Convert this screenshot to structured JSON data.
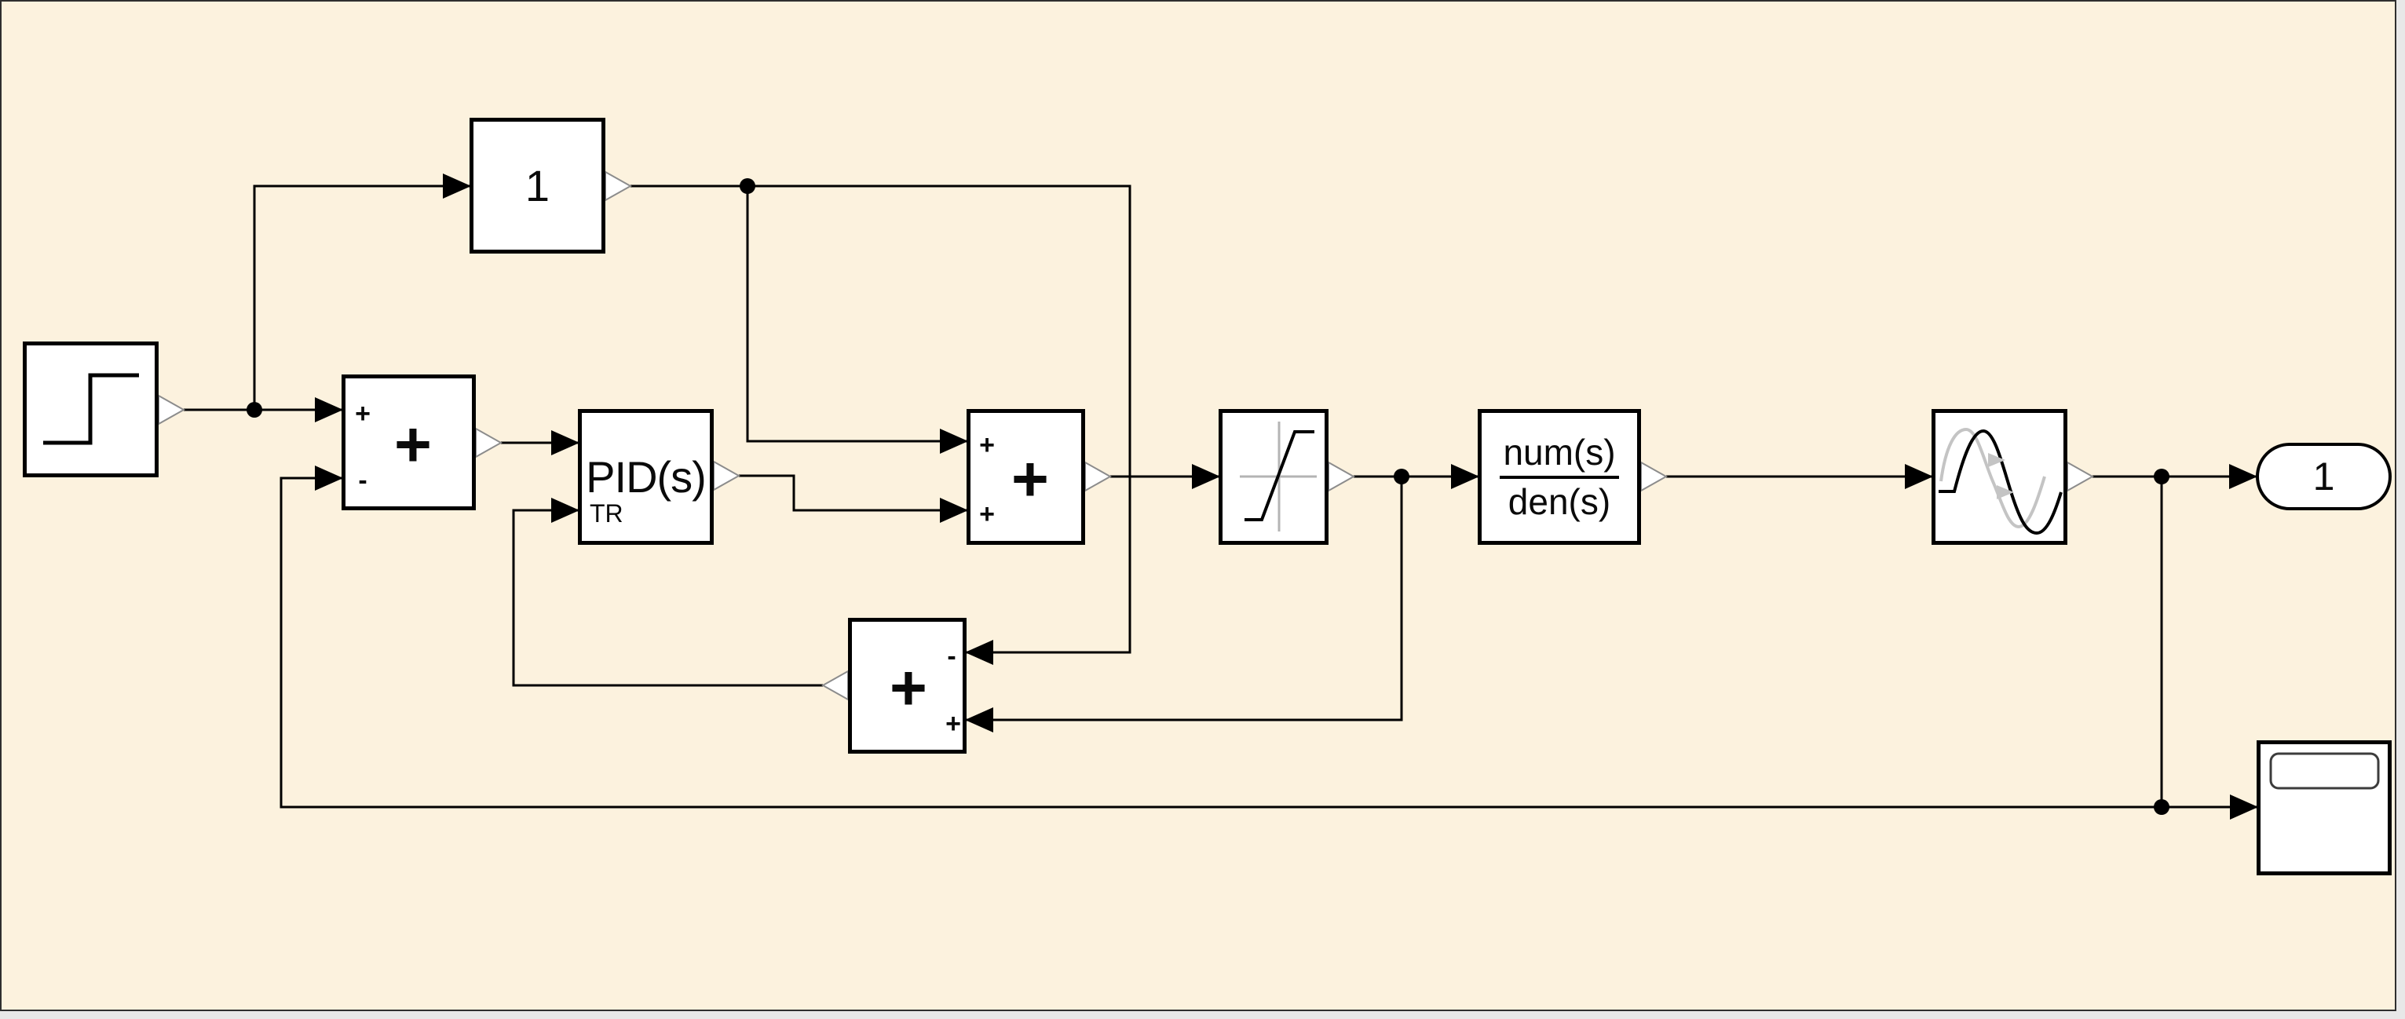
{
  "canvas": {
    "background": "#FCF2DE",
    "frame_color": "#2F2F2F",
    "wire_color": "#000000",
    "port_outline_color": "#8C8C8C",
    "icon_gray_color": "#C4C4C4"
  },
  "blocks": {
    "gain": {
      "label": "1"
    },
    "sum_error": {
      "top_sign": "+",
      "bottom_sign": "-",
      "center_sign": "+"
    },
    "pid": {
      "label": "PID(s)",
      "tracking_port_label": "TR"
    },
    "sum_feedforward": {
      "top_sign": "+",
      "bottom_sign": "+",
      "center_sign": "+"
    },
    "transfer_fcn": {
      "numerator": "num(s)",
      "denominator": "den(s)"
    },
    "sum_tracking": {
      "top_sign": "-",
      "bottom_sign": "+",
      "center_sign": "+"
    },
    "outport": {
      "label": "1"
    }
  }
}
